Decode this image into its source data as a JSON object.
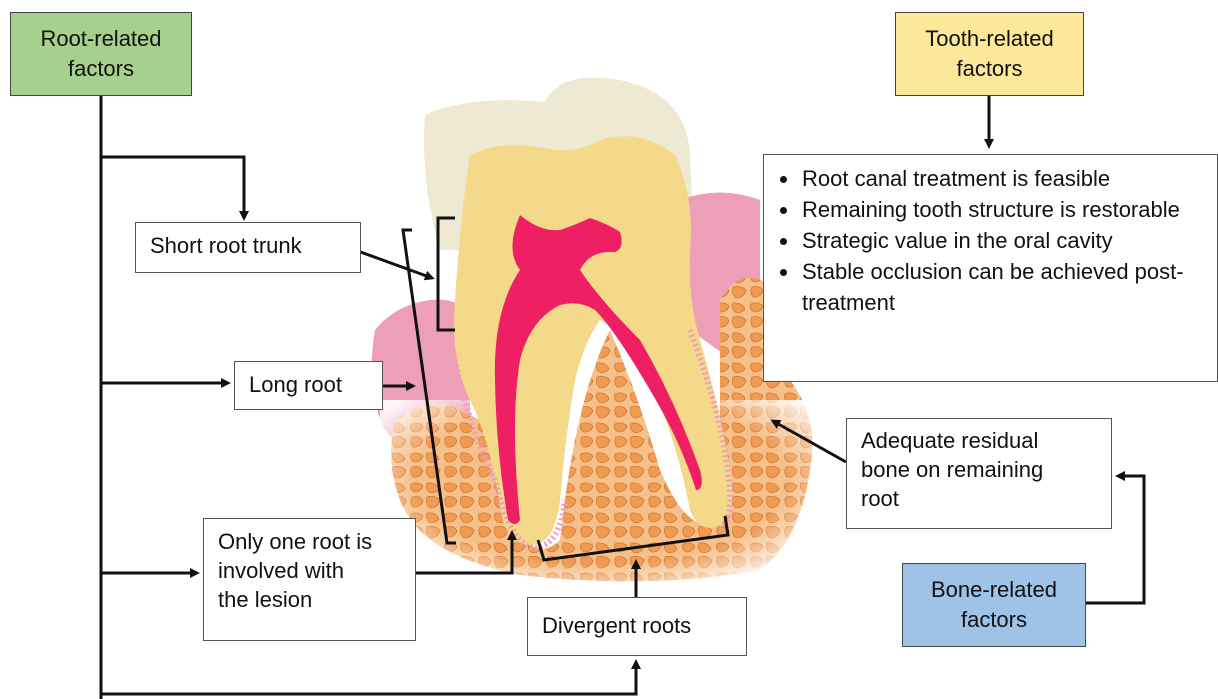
{
  "categories": {
    "root": "Root-related\nfactors",
    "tooth": "Tooth-related\nfactors",
    "bone": "Bone-related\nfactors"
  },
  "root_factors": {
    "short_root_trunk": "Short root trunk",
    "long_root": "Long root",
    "one_root": "Only one root is\ninvolved with\nthe lesion",
    "divergent_roots": "Divergent roots"
  },
  "bone_factors": {
    "residual_bone": "Adequate residual\nbone on remaining\nroot"
  },
  "tooth_factors": [
    "Root canal treatment is feasible",
    "Remaining tooth structure is restorable",
    "Strategic value in the oral cavity",
    "Stable occlusion can be achieved post-treatment"
  ],
  "colors": {
    "root_category": "#a6d08b",
    "tooth_category": "#fde89a",
    "bone_category": "#9ec3e6",
    "enamel": "#eee9d2",
    "dentin": "#f4d98a",
    "pulp": "#ef1f63",
    "gum": "#ee9fb8",
    "bone": "#f3b27a"
  }
}
